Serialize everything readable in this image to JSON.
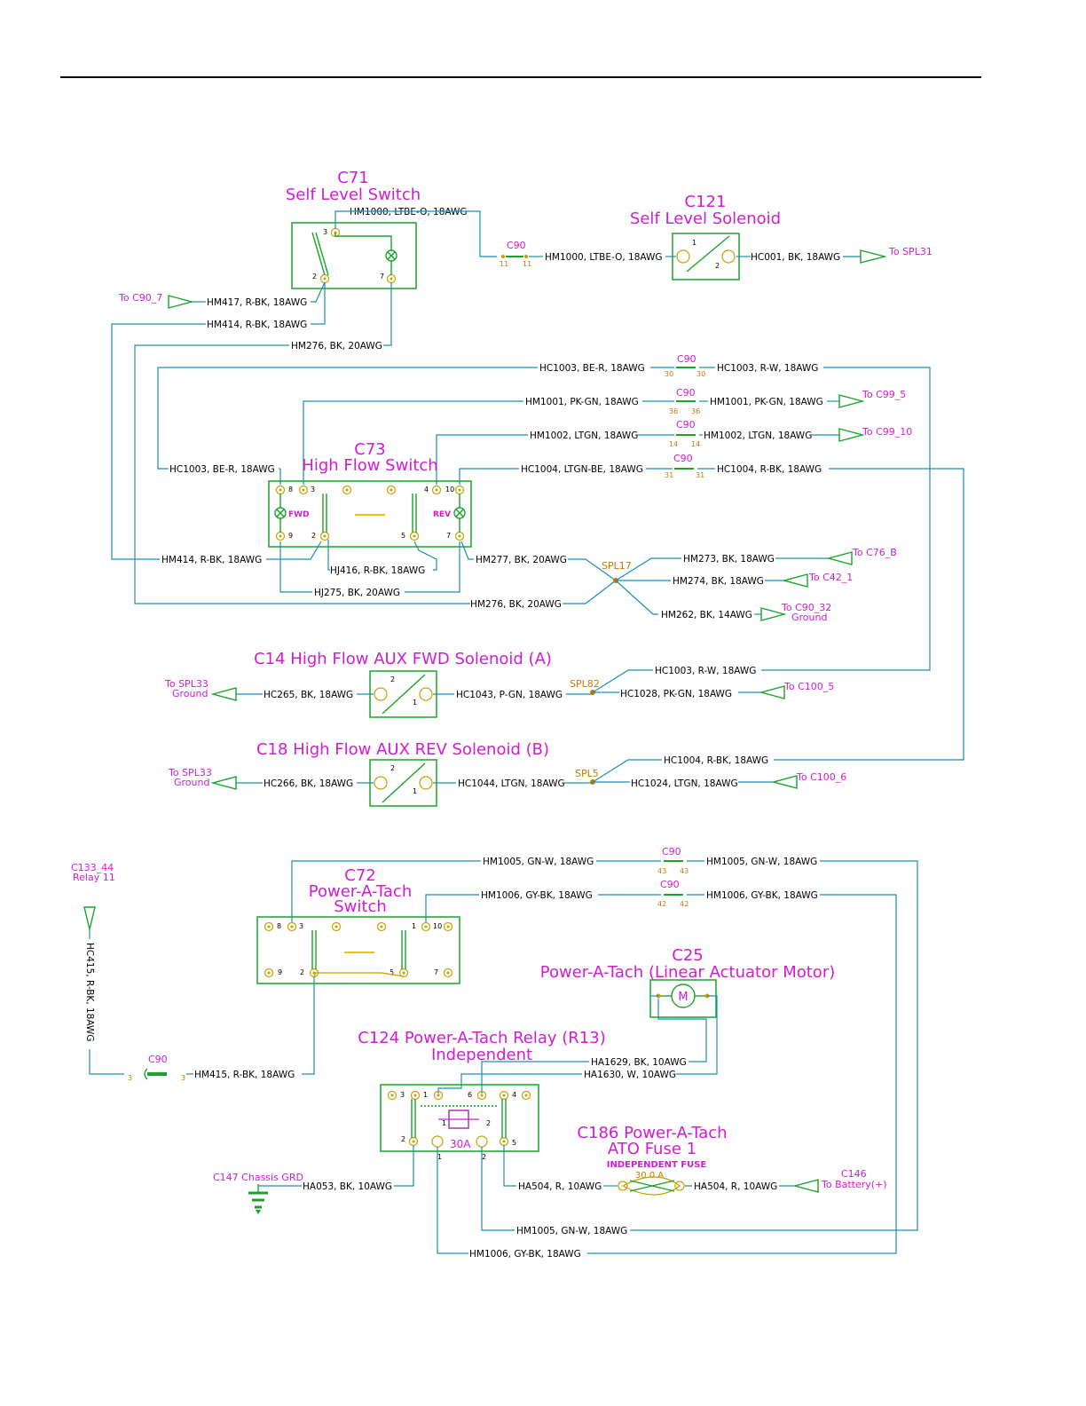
{
  "titles": {
    "c71": [
      "C71",
      "Self Level Switch"
    ],
    "c121": [
      "C121",
      "Self Level Solenoid"
    ],
    "c73": [
      "C73",
      "High Flow Switch"
    ],
    "c14": "C14 High Flow AUX FWD Solenoid (A)",
    "c18": "C18 High Flow AUX REV Solenoid (B)",
    "c72": [
      "C72",
      "Power-A-Tach",
      "Switch"
    ],
    "c25": [
      "C25",
      "Power-A-Tach (Linear Actuator Motor)"
    ],
    "c124": [
      "C124 Power-A-Tach Relay (R13)",
      "Independent"
    ],
    "c186": [
      "C186 Power-A-Tach",
      "ATO Fuse 1"
    ]
  },
  "wires": {
    "w1": "HM1000, LTBE-O, 18AWG",
    "w2": "HM1000, LTBE-O, 18AWG",
    "w3": "HC001, BK, 18AWG",
    "w4": "HM417, R-BK, 18AWG",
    "w5": "HM414, R-BK, 18AWG",
    "w6": "HM276, BK, 20AWG",
    "w7": "HC1003, BE-R, 18AWG",
    "w8": "HC1003, R-W, 18AWG",
    "w9": "HM1001, PK-GN, 18AWG",
    "w10": "HM1001, PK-GN, 18AWG",
    "w11": "HM1002, LTGN, 18AWG",
    "w12": "HM1002, LTGN, 18AWG",
    "w13": "HC1004, LTGN-BE, 18AWG",
    "w14": "HC1004, R-BK, 18AWG",
    "w15": "HC1003, BE-R, 18AWG",
    "w16": "HM414, R-BK, 18AWG",
    "w17": "HJ416, R-BK, 18AWG",
    "w18": "HJ275, BK, 20AWG",
    "w19": "HM276, BK, 20AWG",
    "w20": "HM277, BK, 20AWG",
    "w21": "HM273, BK, 18AWG",
    "w22": "HM274, BK, 18AWG",
    "w23": "HM262, BK, 14AWG",
    "w24": "HC265, BK, 18AWG",
    "w25": "HC1043, P-GN, 18AWG",
    "w26": "HC1003, R-W, 18AWG",
    "w27": "HC1028, PK-GN, 18AWG",
    "w28": "HC266, BK, 18AWG",
    "w29": "HC1044, LTGN, 18AWG",
    "w30": "HC1004, R-BK, 18AWG",
    "w31": "HC1024, LTGN, 18AWG",
    "w32": "HM1005, GN-W, 18AWG",
    "w33": "HM1005, GN-W, 18AWG",
    "w34": "HM1006, GY-BK, 18AWG",
    "w35": "HM1006, GY-BK, 18AWG",
    "w36": "HC415, R-BK, 18AWG",
    "w37": "HM415, R-BK, 18AWG",
    "w38": "HA1629, BK, 10AWG",
    "w39": "HA1630, W, 10AWG",
    "w40": "HA053, BK, 10AWG",
    "w41": "HA504, R, 10AWG",
    "w42": "HA504, R, 10AWG",
    "w43": "HM1005, GN-W, 18AWG",
    "w44": "HM1006, GY-BK, 18AWG"
  },
  "refs": {
    "r1": "To SPL31",
    "r2": "To C90_7",
    "r3": "To C99_5",
    "r4": "To C99_10",
    "r5": "To C76_B",
    "r6": "To C42_1",
    "r7": [
      "To C90_32",
      "Ground"
    ],
    "r8": [
      "To SPL33",
      "Ground"
    ],
    "r9": "To C100_5",
    "r10": [
      "To SPL33",
      "Ground"
    ],
    "r11": "To C100_6",
    "r12": [
      "C133_44",
      "Relay 11"
    ],
    "r13": "C147 Chassis GRD",
    "r14": [
      "C146",
      "To Battery(+)"
    ]
  },
  "connectors": {
    "c90": "C90",
    "spl17": "SPL17",
    "spl82": "SPL82",
    "spl5": "SPL5",
    "fwd": "FWD",
    "rev": "REV",
    "m": "M",
    "a30": "30A",
    "indep_fuse": "INDEPENDENT FUSE",
    "fuse_rating": "30.0 A"
  },
  "pins": {
    "c90_top": [
      "11",
      "11"
    ],
    "c90_30": [
      "30",
      "30"
    ],
    "c90_36": [
      "36",
      "36"
    ],
    "c90_14": [
      "14",
      "14"
    ],
    "c90_31": [
      "31",
      "31"
    ],
    "c90_43": [
      "43",
      "43"
    ],
    "c90_42": [
      "42",
      "42"
    ],
    "c90_3": [
      "3",
      "3"
    ]
  },
  "colors": {
    "wire": "#1a8fb5",
    "component": "#1aa32a",
    "label": "#d21cd2",
    "terminal": "#c8a000",
    "splice": "#c87800"
  }
}
